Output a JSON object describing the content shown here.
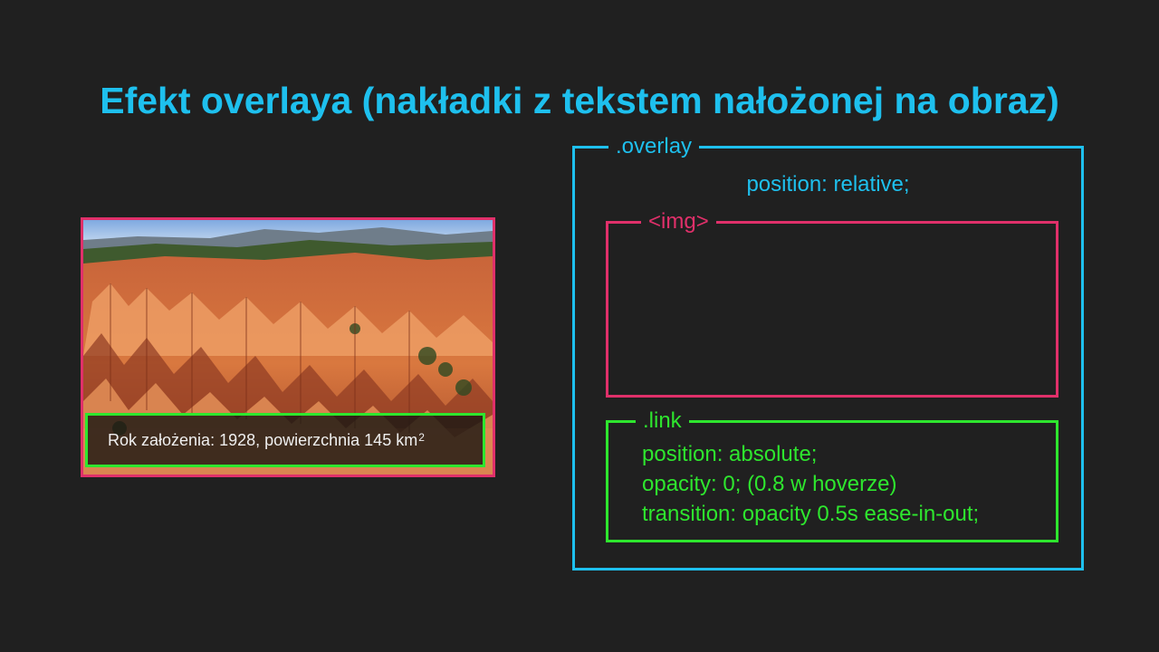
{
  "title": "Efekt overlaya (nakładki z tekstem nałożonej na obraz)",
  "demo": {
    "image_description_icon": "canyon-photo",
    "caption_text": "Rok założenia: 1928, powierzchnia 145 km",
    "caption_superscript": "2"
  },
  "diagram": {
    "overlay": {
      "label": ".overlay",
      "css": "position: relative;"
    },
    "img": {
      "label": "<img>"
    },
    "link": {
      "label": ".link",
      "css": [
        "position: absolute;",
        "opacity: 0; (0.8 w hoverze)",
        "transition: opacity 0.5s ease-in-out;"
      ]
    }
  },
  "colors": {
    "background": "#202020",
    "blue": "#1ec0ee",
    "pink": "#e0306a",
    "green": "#2ee62e"
  }
}
